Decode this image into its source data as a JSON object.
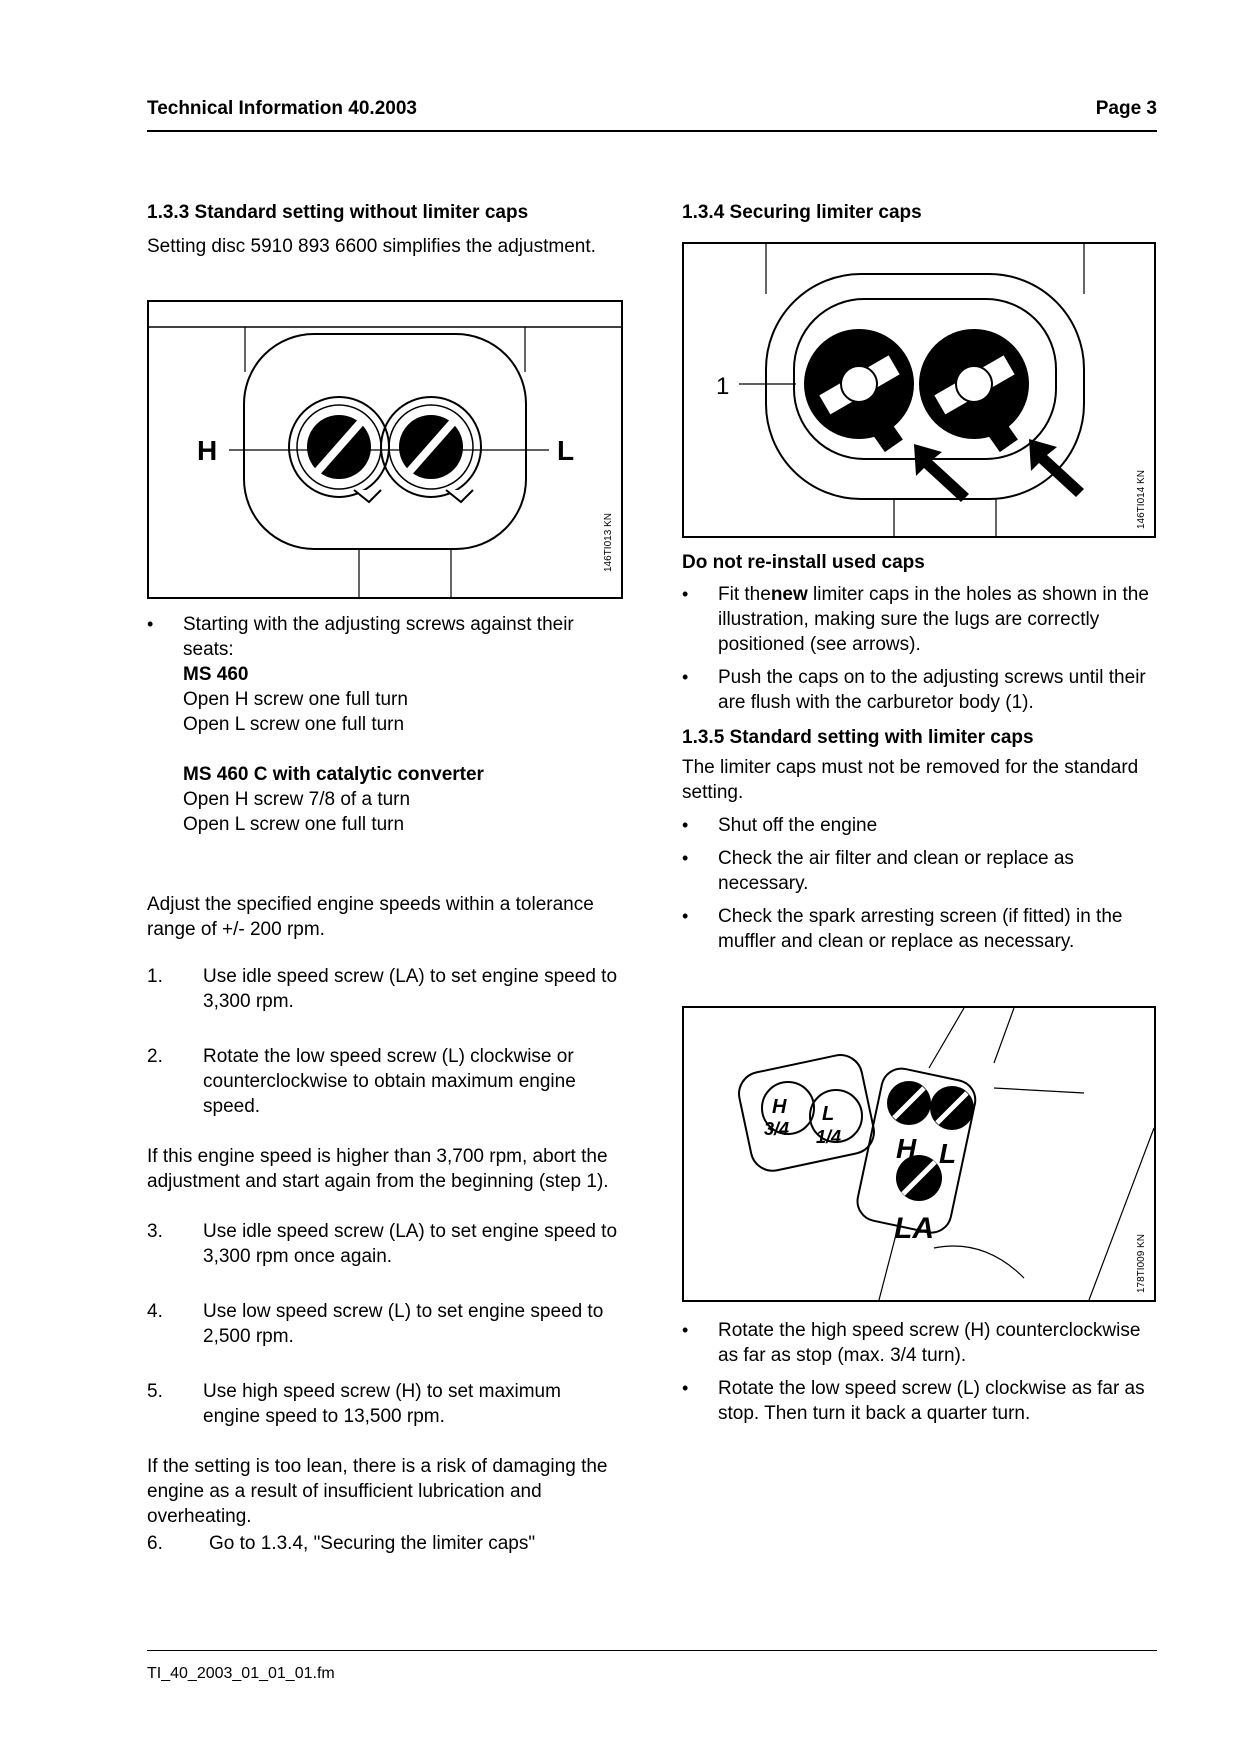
{
  "header": {
    "title": "Technical Information  40.2003",
    "page": "Page 3"
  },
  "footer": {
    "filename": "TI_40_2003_01_01_01.fm"
  },
  "left": {
    "s133_title": "1.3.3 Standard setting without limiter caps",
    "s133_intro": "Setting disc 5910 893 6600 simplifies the adjustment.",
    "fig1": {
      "label_h": "H",
      "label_l": "L",
      "code": "146TI013 KN"
    },
    "bullet1_text": "Starting with the adjusting screws against their seats:",
    "ms460_title": "MS 460",
    "ms460_line1": "Open H screw one full turn",
    "ms460_line2": "Open L screw one full turn",
    "ms460c_title": "MS 460 C with catalytic converter",
    "ms460c_line1": "Open H screw 7/8 of a turn",
    "ms460c_line2": "Open L screw one full turn",
    "tolerance": "Adjust the specified engine speeds within a tolerance range of +/- 200 rpm.",
    "step1_n": "1.",
    "step1": "Use idle speed screw (LA) to set engine speed to 3,300 rpm.",
    "step2_n": "2.",
    "step2": "Rotate the low speed screw (L) clockwise or counterclockwise to obtain maximum engine speed.",
    "abort_note": "If this engine speed is higher than 3,700 rpm, abort the adjustment and start again from the beginning (step 1).",
    "step3_n": "3.",
    "step3": "Use idle speed screw (LA) to set engine speed to 3,300 rpm once again.",
    "step4_n": "4.",
    "step4": "Use low speed screw (L) to set engine speed to 2,500 rpm.",
    "step5_n": "5.",
    "step5": "Use high speed screw (H) to set maximum engine speed to 13,500 rpm.",
    "lean_note": "If the setting is too lean, there is a risk of damaging the engine as a result of insufficient lubrication and overheating.",
    "step6_n": "6.",
    "step6": "Go to 1.3.4, \"Securing the limiter caps\""
  },
  "right": {
    "s134_title": "1.3.4 Securing limiter caps",
    "fig2": {
      "label_1": "1",
      "code": "146TI014 KN"
    },
    "warning": "Do not re-install used caps",
    "b1_pre": "Fit the",
    "b1_bold": "new",
    "b1_post": " limiter caps in the holes as shown in the illustration, making sure the lugs are correctly positioned (see arrows).",
    "b2": "Push the caps on to the adjusting screws until their are flush with the carburetor body (1).",
    "s135_title": "1.3.5 Standard setting with limiter caps",
    "s135_intro": "The limiter caps must not be removed for the standard setting.",
    "b3": "Shut off the engine",
    "b4": "Check the air filter and clean or replace as necessary.",
    "b5": "Check the spark arresting screen (if fitted) in the muffler and clean or replace as necessary.",
    "fig3": {
      "h": "H",
      "h_frac": "3/4",
      "l": "L",
      "l_frac": "1/4",
      "label_h": "H",
      "label_l": "L",
      "label_la": "LA",
      "code": "178TI009 KN"
    },
    "b6": "Rotate the high speed screw (H) counterclockwise as far as stop (max. 3/4 turn).",
    "b7": "Rotate the low speed screw (L) clockwise as far as stop. Then turn it back a quarter turn."
  }
}
